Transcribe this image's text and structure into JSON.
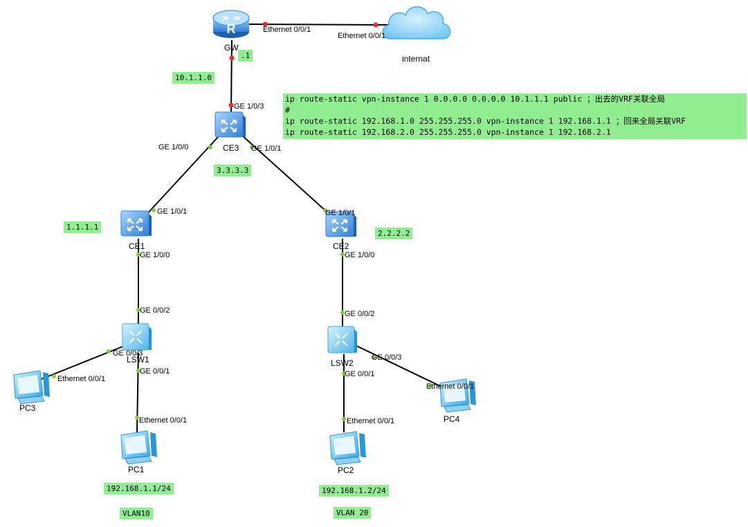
{
  "nodes": {
    "gw": {
      "name": "GW"
    },
    "internet": {
      "name": "internat"
    },
    "ce3": {
      "name": "CE3"
    },
    "ce1": {
      "name": "CE1"
    },
    "ce2": {
      "name": "CE2"
    },
    "lsw1": {
      "name": "LSW1"
    },
    "lsw2": {
      "name": "LSW2"
    },
    "pc1": {
      "name": "PC1"
    },
    "pc2": {
      "name": "PC2"
    },
    "pc3": {
      "name": "PC3"
    },
    "pc4": {
      "name": "PC4"
    }
  },
  "ports": {
    "gw_eth": "Ethernet 0/0/1",
    "internet_eth": "Ethernet 0/0/1",
    "ce3_ge103": "GE 1/0/3",
    "ce3_ge100": "GE 1/0/0",
    "ce3_ge101": "GE 1/0/1",
    "ce1_ge101": "GE 1/0/1",
    "ce1_ge100": "GE 1/0/0",
    "ce2_ge101": "GE 1/0/1",
    "ce2_ge100": "GE 1/0/0",
    "lsw1_ge002": "GE 0/0/2",
    "lsw1_ge003": "GE 0/0/3",
    "lsw1_ge001": "GE 0/0/1",
    "lsw2_ge002": "GE 0/0/2",
    "lsw2_ge003": "GE 0/0/3",
    "lsw2_ge001": "GE 0/0/1",
    "pc3_eth": "Ethernet 0/0/1",
    "pc1_eth": "Ethernet 0/0/1",
    "pc2_eth": "Ethernet 0/0/1",
    "pc4_eth": "Ethernet 0/0/1"
  },
  "tags": {
    "gw_dot1": ".1",
    "net_10": "10.1.1.0",
    "ce3_id": "3.3.3.3",
    "ce1_id": "1.1.1.1",
    "ce2_id": "2.2.2.2",
    "pc1_ip": "192.168.1.1/24",
    "pc2_ip": "192.168.1.2/24",
    "vlan10": "VLAN10",
    "vlan20": "VLAN 20"
  },
  "config": [
    "ip route-static vpn-instance 1 0.0.0.0 0.0.0.0 10.1.1.1 public ；出去的VRF关联全局",
    "#",
    "ip route-static 192.168.1.0 255.255.255.0 vpn-instance 1 192.168.1.1  ；回来全局关联VRF",
    "ip route-static 192.168.2.0 255.255.255.0 vpn-instance 1 192.168.2.1"
  ],
  "colors": {
    "link": "#000000",
    "router_dot": "#e03030",
    "switch_dot": "#7ccf3a",
    "tag_bg": "#90ee90",
    "device_blue": "#3b8fe0"
  }
}
